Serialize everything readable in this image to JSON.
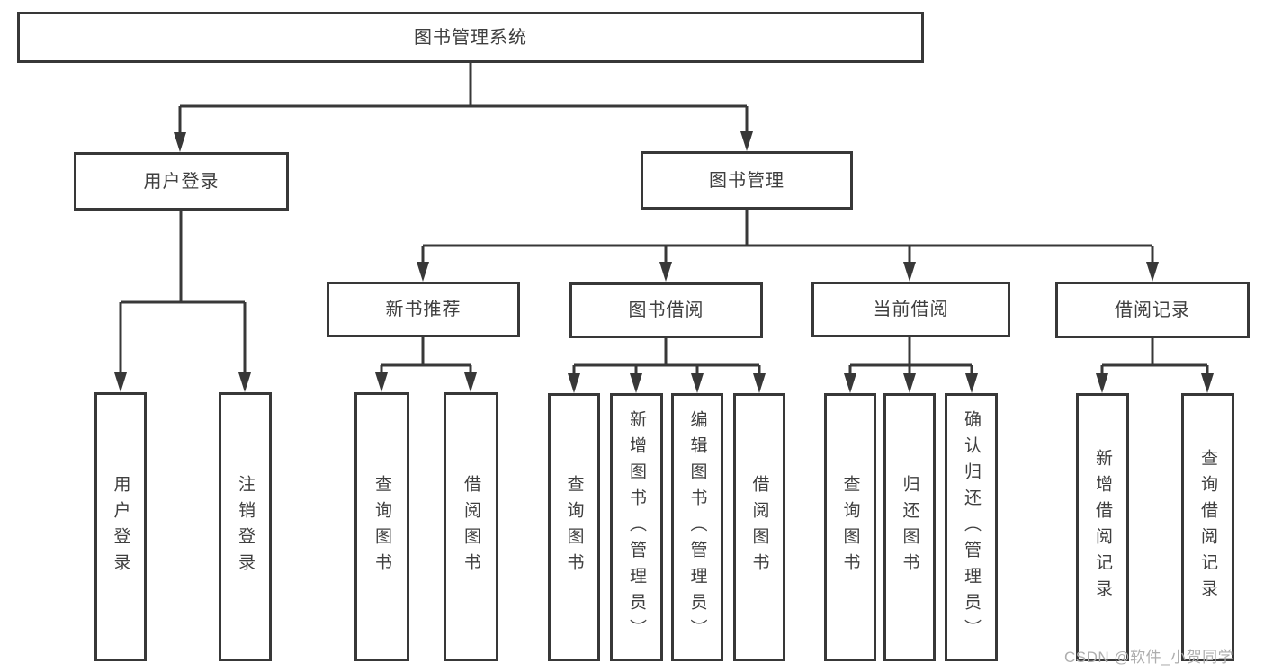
{
  "tree": {
    "label": "图书管理系统",
    "children": [
      {
        "label": "用户登录",
        "children": [
          {
            "label": "用户登录"
          },
          {
            "label": "注销登录"
          }
        ]
      },
      {
        "label": "图书管理",
        "children": [
          {
            "label": "新书推荐",
            "children": [
              {
                "label": "查询图书"
              },
              {
                "label": "借阅图书"
              }
            ]
          },
          {
            "label": "图书借阅",
            "children": [
              {
                "label": "查询图书"
              },
              {
                "label": "新增图书（管理员）"
              },
              {
                "label": "编辑图书（管理员）"
              },
              {
                "label": "借阅图书"
              }
            ]
          },
          {
            "label": "当前借阅",
            "children": [
              {
                "label": "查询图书"
              },
              {
                "label": "归还图书"
              },
              {
                "label": "确认归还（管理员）"
              }
            ]
          },
          {
            "label": "借阅记录",
            "children": [
              {
                "label": "新增借阅记录"
              },
              {
                "label": "查询借阅记录"
              }
            ]
          }
        ]
      }
    ]
  },
  "watermark": {
    "text": "CSDN @软件_小贺同学"
  },
  "colors": {
    "line": "#383838",
    "text": "#3f3f3f",
    "background": "#ffffff",
    "watermark": "#aeaeae"
  }
}
